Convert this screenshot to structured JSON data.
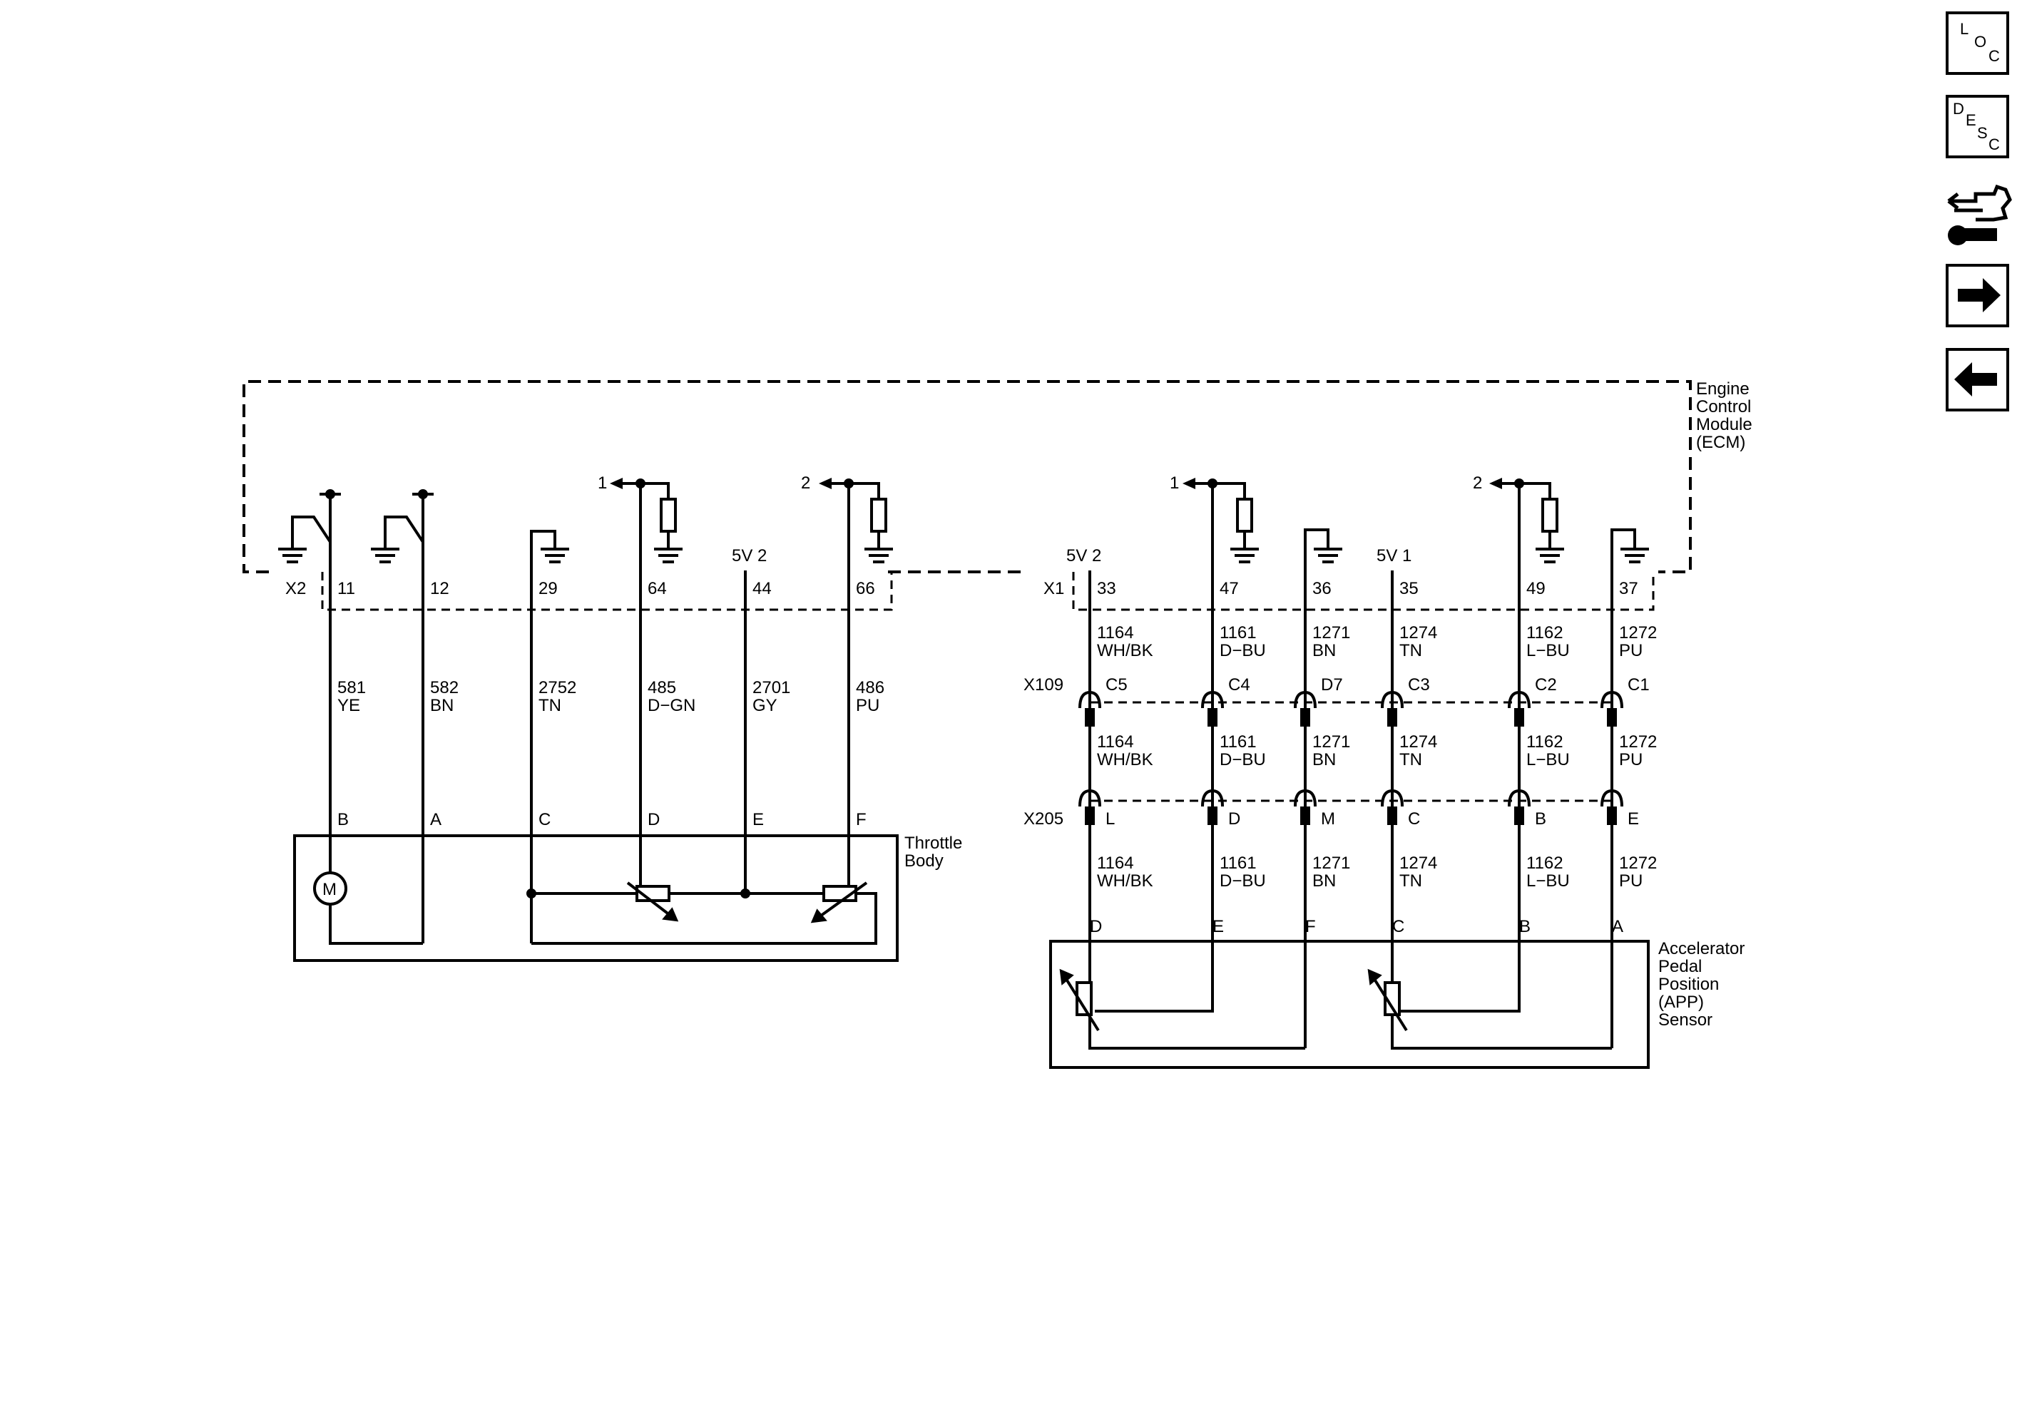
{
  "nav": {
    "loc": [
      "L",
      "O",
      "C"
    ],
    "desc": [
      "D",
      "E",
      "S",
      "C"
    ],
    "icons": [
      "loc-icon",
      "desc-icon",
      "connector-tool-icon",
      "forward-arrow-icon",
      "back-arrow-icon"
    ]
  },
  "ecm": {
    "title": [
      "Engine",
      "Control",
      "Module",
      "(ECM)"
    ]
  },
  "x2": {
    "connector": "X2",
    "pins": [
      "11",
      "12",
      "29",
      "64",
      "44",
      "66"
    ],
    "ref_left": "1",
    "ref_right": "2",
    "supply": "5V 2",
    "circuits": [
      {
        "num": "581",
        "color": "YE"
      },
      {
        "num": "582",
        "color": "BN"
      },
      {
        "num": "2752",
        "color": "TN"
      },
      {
        "num": "485",
        "color": "D−GN"
      },
      {
        "num": "2701",
        "color": "GY"
      },
      {
        "num": "486",
        "color": "PU"
      }
    ],
    "device_pins": [
      "B",
      "A",
      "C",
      "D",
      "E",
      "F"
    ],
    "device_title": [
      "Throttle",
      "Body"
    ],
    "motor": "M"
  },
  "x1": {
    "connector": "X1",
    "pins": [
      "33",
      "47",
      "36",
      "35",
      "49",
      "37"
    ],
    "ref_left": "1",
    "ref_right": "2",
    "supply_left": "5V 2",
    "supply_right": "5V 1",
    "circuits": [
      {
        "num": "1164",
        "color": "WH/BK"
      },
      {
        "num": "1161",
        "color": "D−BU"
      },
      {
        "num": "1271",
        "color": "BN"
      },
      {
        "num": "1274",
        "color": "TN"
      },
      {
        "num": "1162",
        "color": "L−BU"
      },
      {
        "num": "1272",
        "color": "PU"
      }
    ],
    "x109": {
      "connector": "X109",
      "pins": [
        "C5",
        "C4",
        "D7",
        "C3",
        "C2",
        "C1"
      ]
    },
    "x205": {
      "connector": "X205",
      "pins": [
        "L",
        "D",
        "M",
        "C",
        "B",
        "E"
      ]
    },
    "device_pins": [
      "D",
      "E",
      "F",
      "C",
      "B",
      "A"
    ],
    "device_title": [
      "Accelerator",
      "Pedal",
      "Position",
      "(APP)",
      "Sensor"
    ]
  }
}
